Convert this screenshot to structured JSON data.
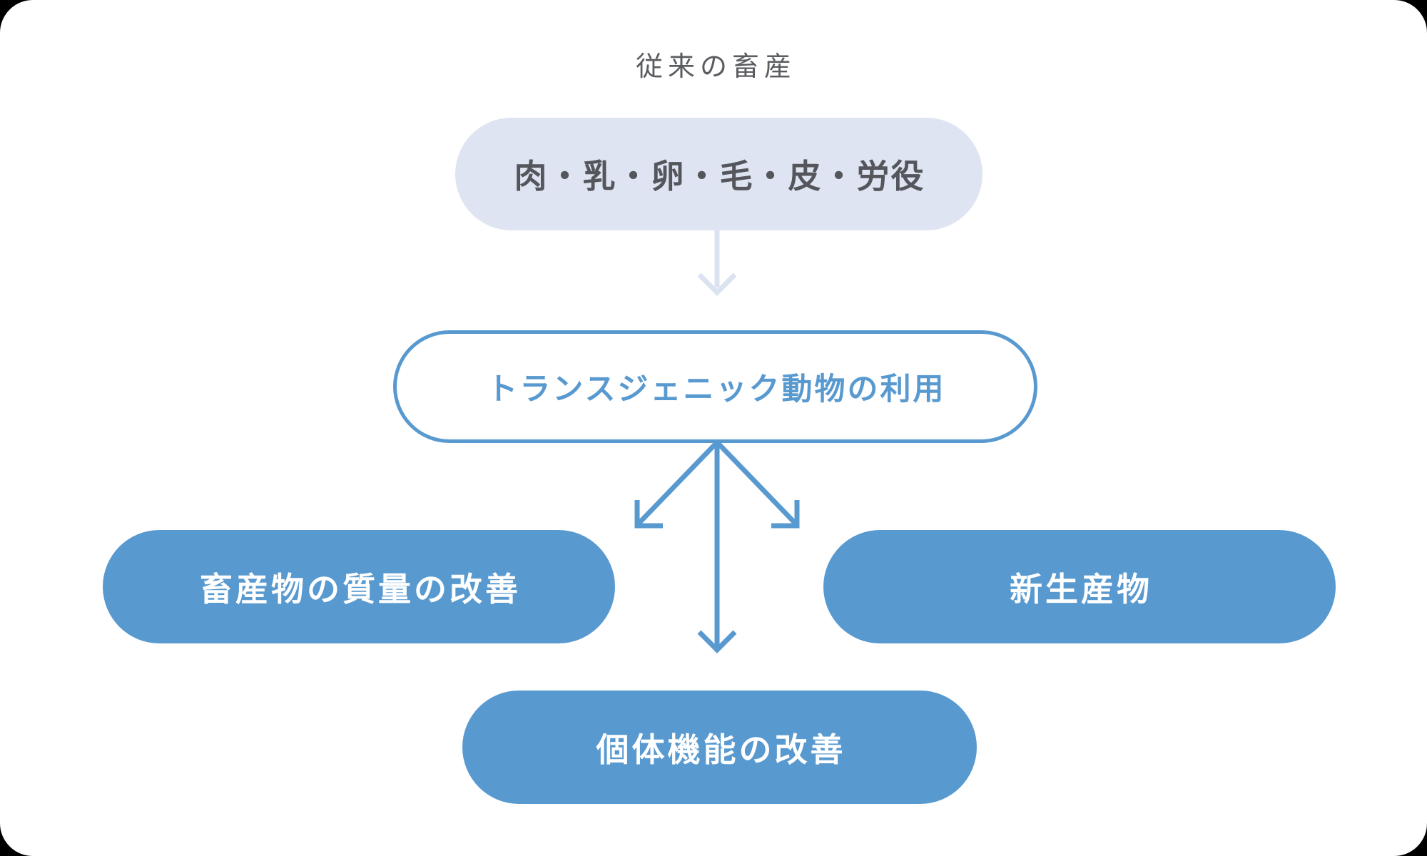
{
  "diagram": {
    "top_label": "従来の畜産",
    "nodes": {
      "source": "肉・乳・卵・毛・皮・労役",
      "hub": "トランスジェニック動物の利用",
      "left": "畜産物の質量の改善",
      "right": "新生産物",
      "bottom": "個体機能の改善"
    },
    "colors": {
      "accent_blue": "#5899cf",
      "light_fill": "#dee4f1",
      "light_arrow": "#dce3f0",
      "dark_text": "#54565c",
      "label_text": "#5a5c61",
      "canvas_background": "#ffffff"
    }
  }
}
